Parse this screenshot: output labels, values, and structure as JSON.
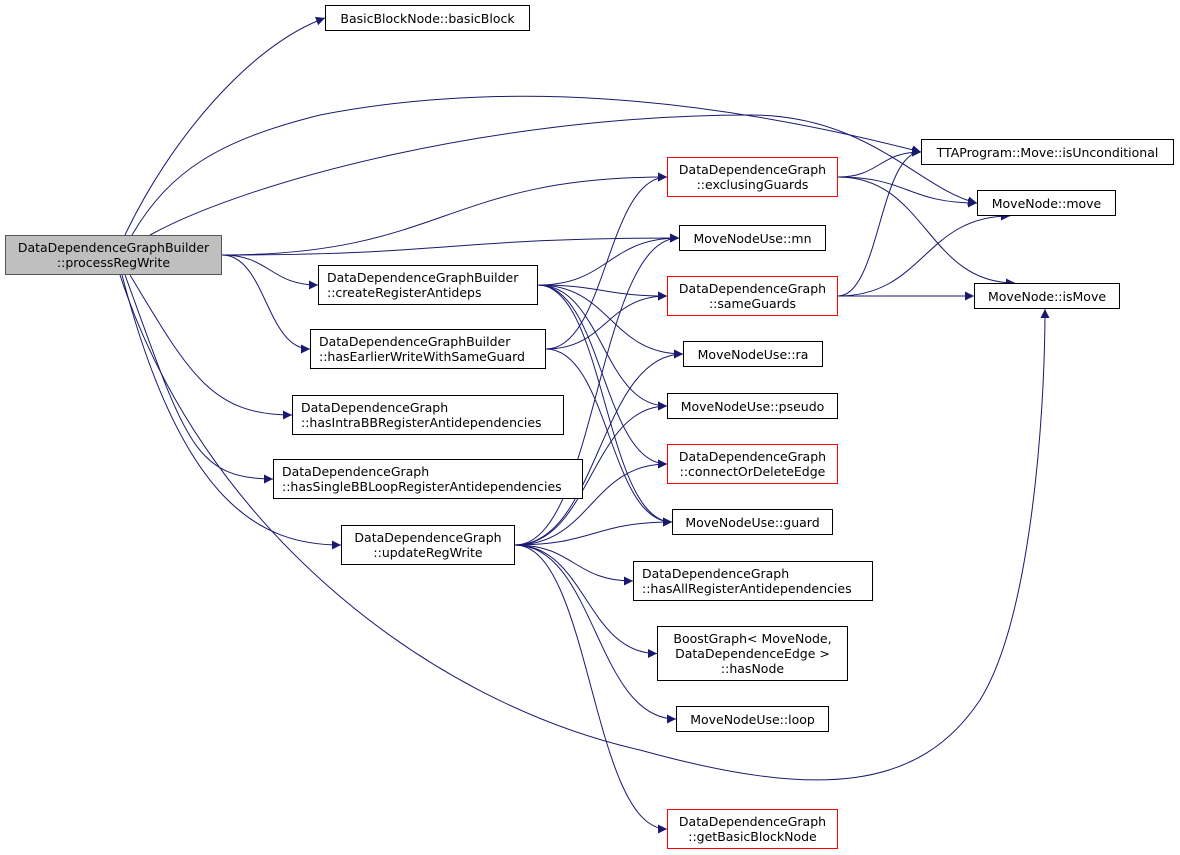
{
  "diagram": {
    "edge_color": "#191970",
    "highlight_border_color": "#ff0000",
    "root_fill_color": "#bfbfbf",
    "nodes": {
      "root": {
        "line1": "DataDependenceGraphBuilder",
        "line2": "::processRegWrite"
      },
      "basic_block": {
        "line1": "BasicBlockNode::basicBlock"
      },
      "create_antideps": {
        "line1": "DataDependenceGraphBuilder",
        "line2": "::createRegisterAntideps"
      },
      "has_earlier_write": {
        "line1": "DataDependenceGraphBuilder",
        "line2": "::hasEarlierWriteWithSameGuard"
      },
      "has_intra_bb": {
        "line1": "DataDependenceGraph",
        "line2": "::hasIntraBBRegisterAntidependencies"
      },
      "has_single_bb_loop": {
        "line1": "DataDependenceGraph",
        "line2": "::hasSingleBBLoopRegisterAntidependencies"
      },
      "update_reg_write": {
        "line1": "DataDependenceGraph",
        "line2": "::updateRegWrite"
      },
      "exclusing_guards": {
        "line1": "DataDependenceGraph",
        "line2": "::exclusingGuards"
      },
      "mn": {
        "line1": "MoveNodeUse::mn"
      },
      "same_guards": {
        "line1": "DataDependenceGraph",
        "line2": "::sameGuards"
      },
      "ra": {
        "line1": "MoveNodeUse::ra"
      },
      "pseudo": {
        "line1": "MoveNodeUse::pseudo"
      },
      "connect_or_delete": {
        "line1": "DataDependenceGraph",
        "line2": "::connectOrDeleteEdge"
      },
      "guard": {
        "line1": "MoveNodeUse::guard"
      },
      "has_all_antideps": {
        "line1": "DataDependenceGraph",
        "line2": "::hasAllRegisterAntidependencies"
      },
      "has_node": {
        "line1": "BoostGraph< MoveNode,",
        "line2": "DataDependenceEdge >",
        "line3": "::hasNode"
      },
      "loop": {
        "line1": "MoveNodeUse::loop"
      },
      "get_basic_block_node": {
        "line1": "DataDependenceGraph",
        "line2": "::getBasicBlockNode"
      },
      "is_unconditional": {
        "line1": "TTAProgram::Move::isUnconditional"
      },
      "move": {
        "line1": "MoveNode::move"
      },
      "is_move": {
        "line1": "MoveNode::isMove"
      }
    },
    "edges": [
      [
        "root",
        "basic_block"
      ],
      [
        "root",
        "is_unconditional"
      ],
      [
        "root",
        "move"
      ],
      [
        "root",
        "exclusing_guards"
      ],
      [
        "root",
        "mn"
      ],
      [
        "root",
        "create_antideps"
      ],
      [
        "root",
        "has_earlier_write"
      ],
      [
        "root",
        "has_intra_bb"
      ],
      [
        "root",
        "has_single_bb_loop"
      ],
      [
        "root",
        "update_reg_write"
      ],
      [
        "root",
        "is_move"
      ],
      [
        "create_antideps",
        "mn"
      ],
      [
        "create_antideps",
        "same_guards"
      ],
      [
        "create_antideps",
        "ra"
      ],
      [
        "create_antideps",
        "pseudo"
      ],
      [
        "create_antideps",
        "connect_or_delete"
      ],
      [
        "create_antideps",
        "guard"
      ],
      [
        "has_earlier_write",
        "exclusing_guards"
      ],
      [
        "has_earlier_write",
        "same_guards"
      ],
      [
        "has_earlier_write",
        "guard"
      ],
      [
        "update_reg_write",
        "mn"
      ],
      [
        "update_reg_write",
        "ra"
      ],
      [
        "update_reg_write",
        "pseudo"
      ],
      [
        "update_reg_write",
        "connect_or_delete"
      ],
      [
        "update_reg_write",
        "guard"
      ],
      [
        "update_reg_write",
        "has_all_antideps"
      ],
      [
        "update_reg_write",
        "has_node"
      ],
      [
        "update_reg_write",
        "loop"
      ],
      [
        "update_reg_write",
        "get_basic_block_node"
      ],
      [
        "exclusing_guards",
        "is_unconditional"
      ],
      [
        "exclusing_guards",
        "move"
      ],
      [
        "exclusing_guards",
        "is_move"
      ],
      [
        "same_guards",
        "is_unconditional"
      ],
      [
        "same_guards",
        "move"
      ],
      [
        "same_guards",
        "is_move"
      ]
    ]
  }
}
